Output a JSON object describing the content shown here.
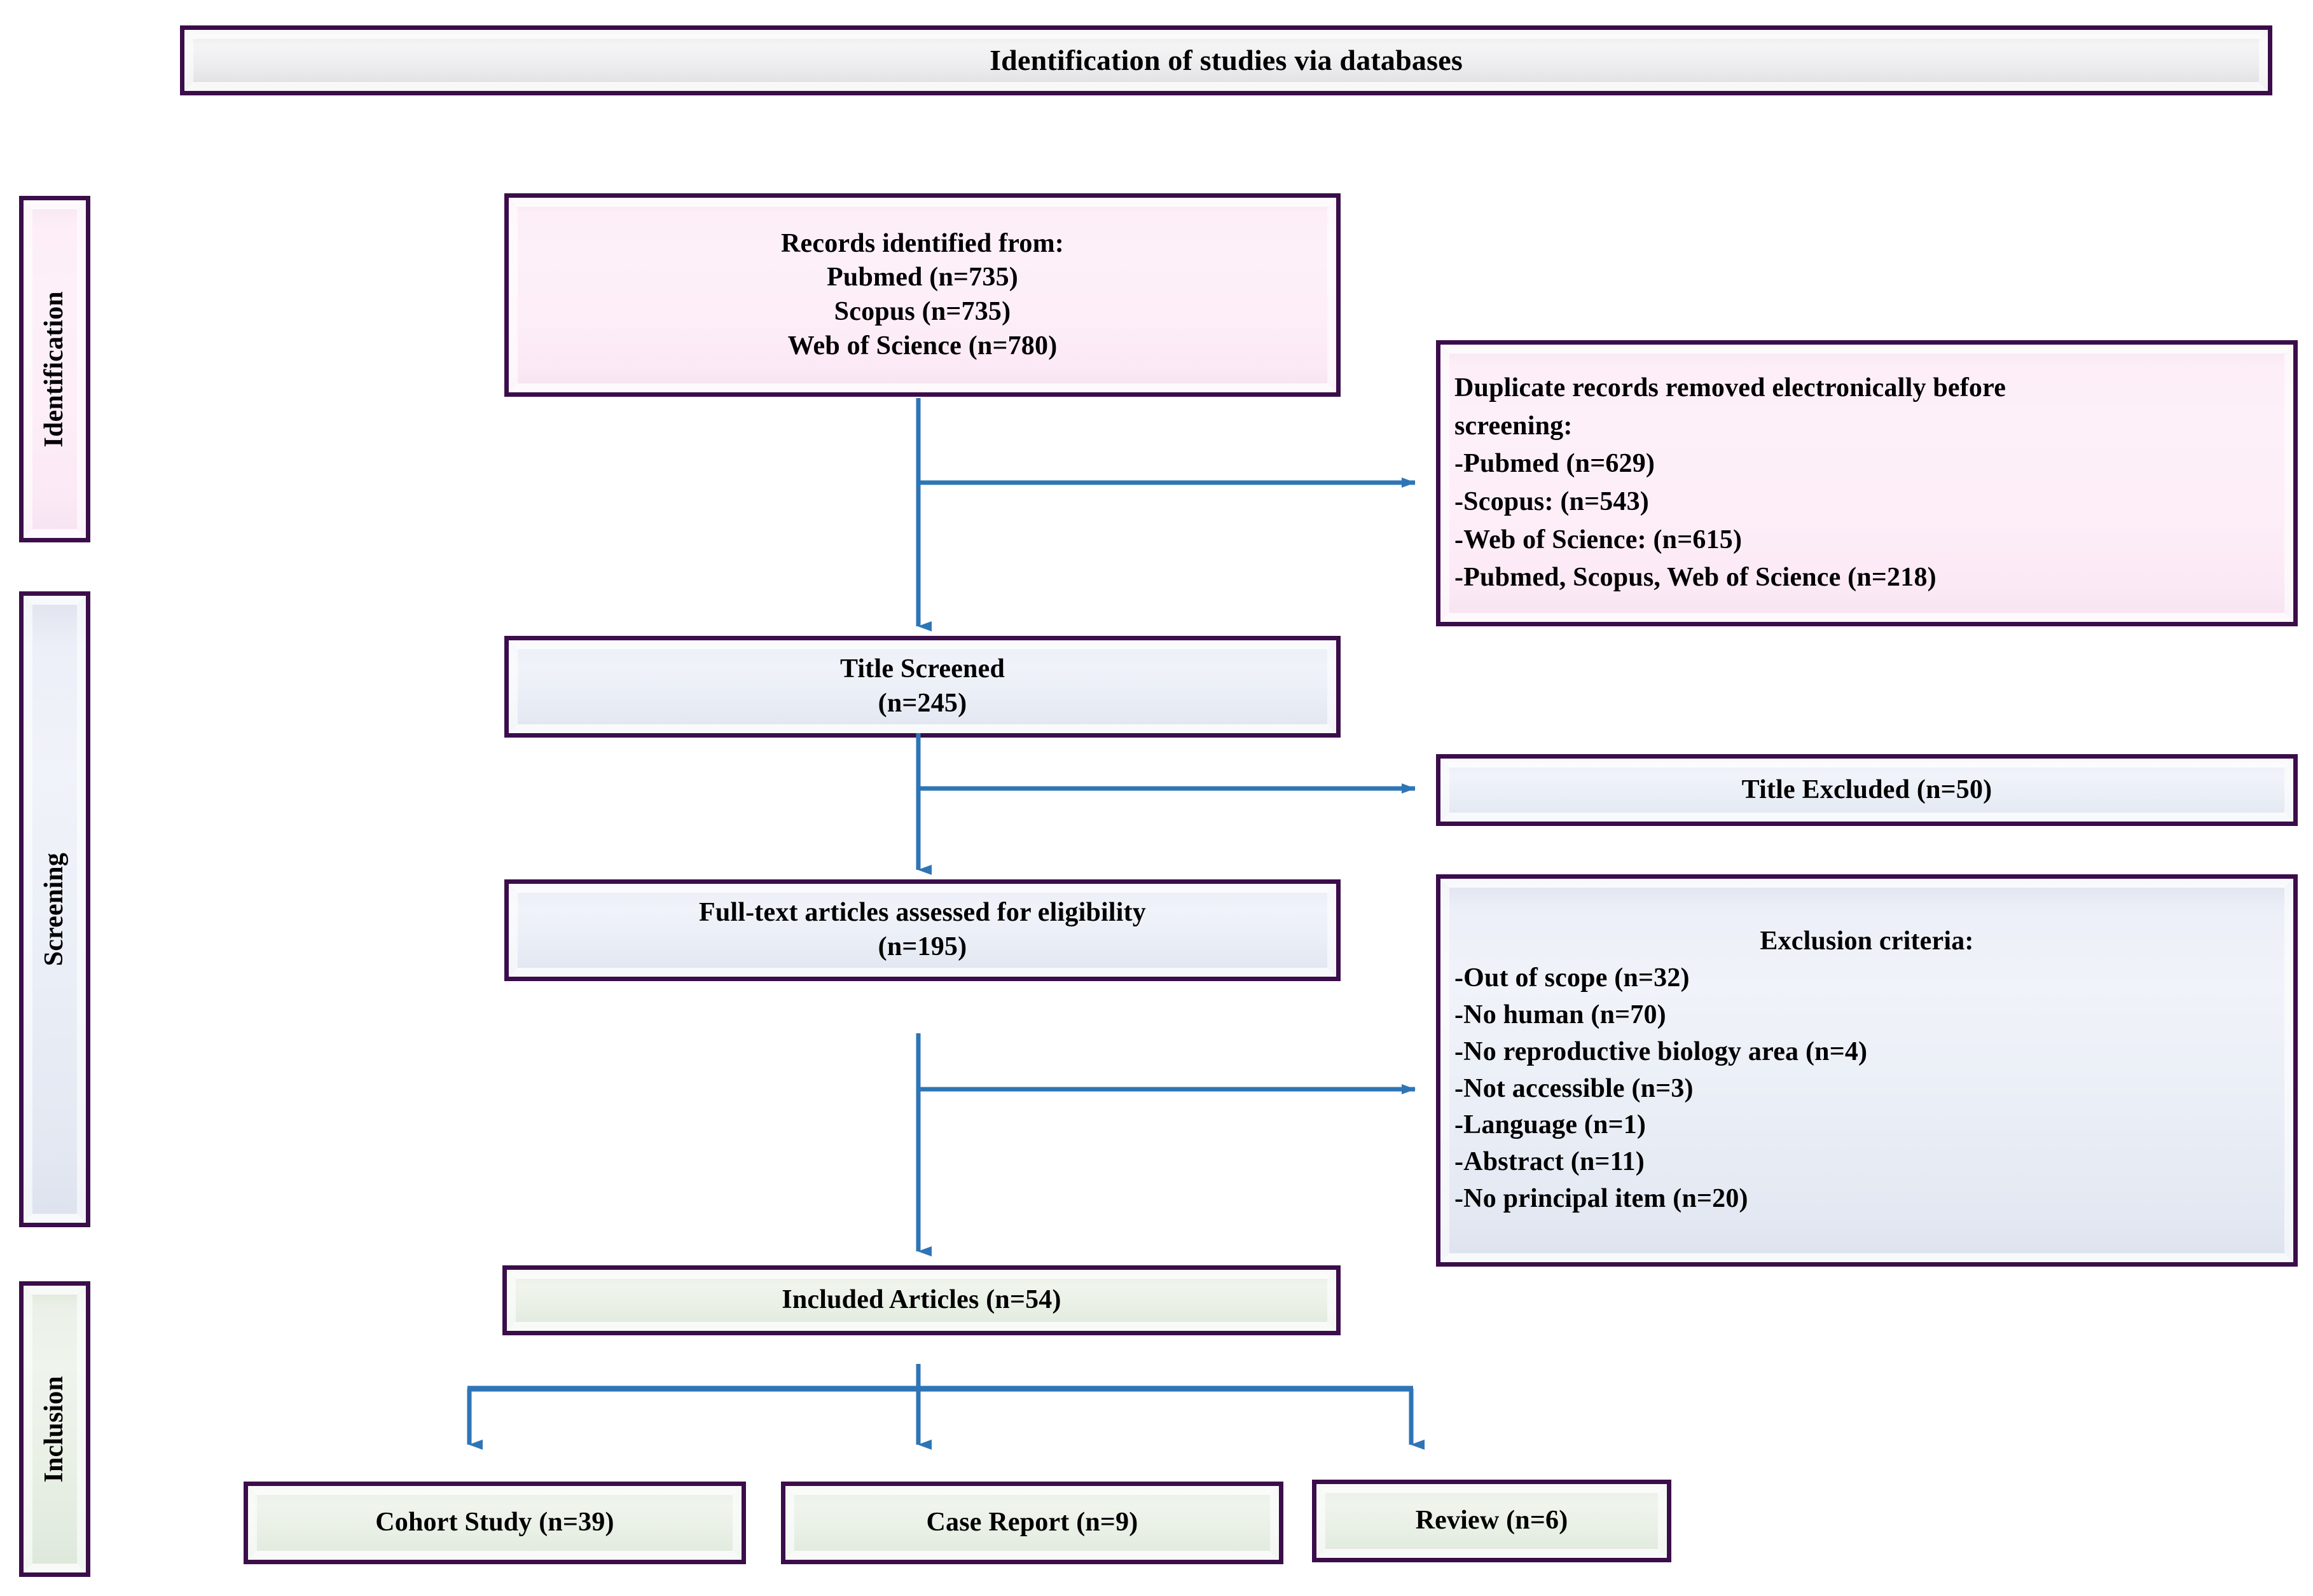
{
  "colors": {
    "border": "#3b0d4a",
    "arrow": "#2e75b6",
    "fill_identification": "#fdeef8",
    "fill_screening": "#eaeef6",
    "fill_inclusion": "#e9f0e6",
    "fill_header": "#eeeef0",
    "text": "#000000"
  },
  "header": {
    "title": "Identification of studies via databases"
  },
  "stage_labels": [
    {
      "id": "identification",
      "label": "Identification"
    },
    {
      "id": "screening",
      "label": "Screening"
    },
    {
      "id": "inclusion",
      "label": "Inclusion"
    }
  ],
  "flow": {
    "records_identified": {
      "lines": [
        "Records identified from:",
        "Pubmed (n=735)",
        "Scopus (n=735)",
        "Web of Science (n=780)"
      ]
    },
    "duplicates_removed": {
      "lines": [
        "Duplicate records removed electronically before",
        "screening:",
        "-Pubmed (n=629)",
        "-Scopus: (n=543)",
        "-Web of Science: (n=615)",
        "-Pubmed, Scopus, Web of Science (n=218)"
      ]
    },
    "title_screened": {
      "lines": [
        "Title Screened",
        "(n=245)"
      ]
    },
    "title_excluded": {
      "lines": [
        "Title Excluded (n=50)"
      ]
    },
    "fulltext_assessed": {
      "lines": [
        "Full-text articles assessed for eligibility",
        "(n=195)"
      ]
    },
    "exclusion_criteria": {
      "heading": "Exclusion criteria:",
      "items": [
        "-Out of scope (n=32)",
        "-No human (n=70)",
        "-No reproductive biology area (n=4)",
        "-Not accessible (n=3)",
        "-Language (n=1)",
        "-Abstract (n=11)",
        "-No principal item (n=20)"
      ]
    },
    "included_articles": {
      "lines": [
        "Included Articles (n=54)"
      ]
    },
    "outcomes": [
      {
        "id": "cohort-study",
        "label": "Cohort Study (n=39)"
      },
      {
        "id": "case-report",
        "label": "Case Report (n=9)"
      },
      {
        "id": "review",
        "label": "Review (n=6)"
      }
    ]
  }
}
